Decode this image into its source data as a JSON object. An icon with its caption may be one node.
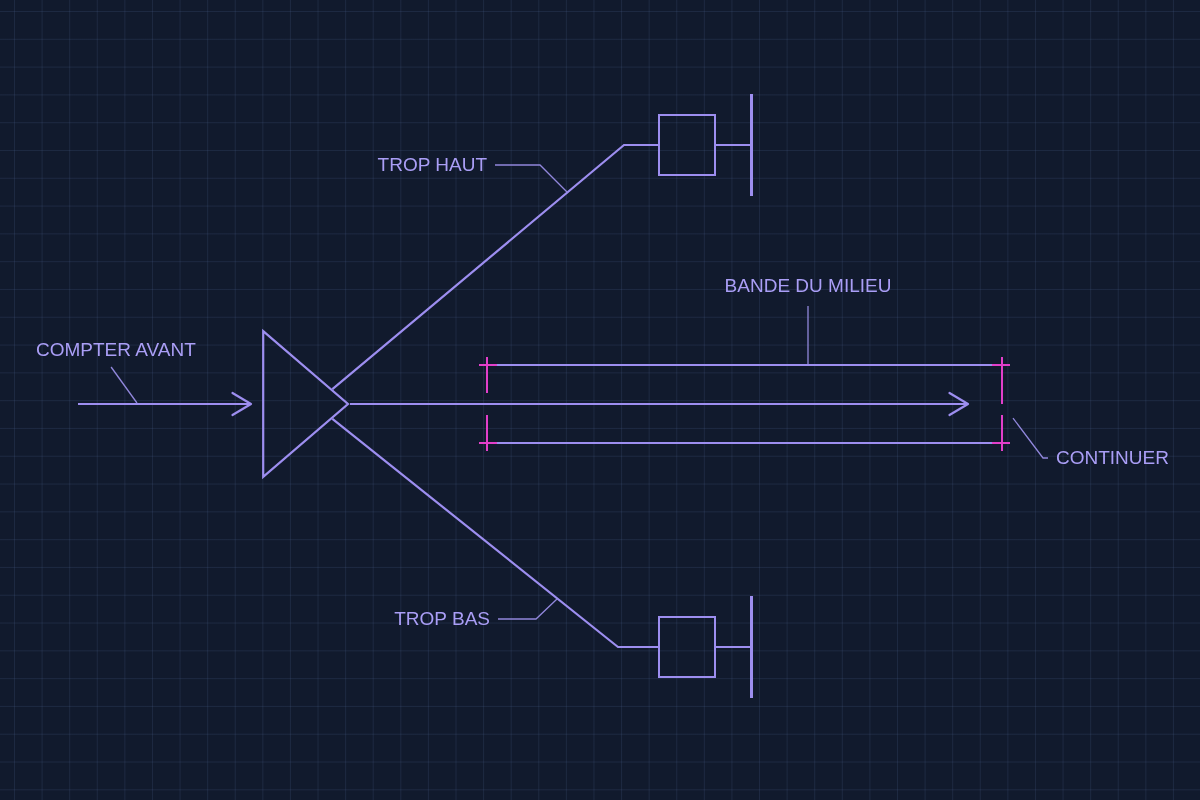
{
  "diagram": {
    "nodes": [
      {
        "text": [
          "TROP HAUT"
        ]
      },
      {
        "text": [],
        "shape": "box"
      },
      {
        "text": [],
        "shape": "bar"
      },
      {
        "text": [
          "BANDE DU MILIEU"
        ]
      },
      {
        "text": [
          "COMPTER AVANT"
        ]
      },
      {
        "text": [],
        "shape": "triangle"
      },
      {
        "text": [],
        "shape": "band"
      },
      {
        "text": [
          "CONTINUER"
        ]
      },
      {
        "text": [
          "TROP BAS"
        ]
      },
      {
        "text": [],
        "shape": "box"
      },
      {
        "text": [],
        "shape": "bar"
      }
    ],
    "edges": [
      {
        "from": null,
        "to": 5,
        "arrow": "to"
      },
      {
        "from": 5,
        "to": 1,
        "arrow": "none"
      },
      {
        "from": 1,
        "to": 2,
        "arrow": "none"
      },
      {
        "from": 5,
        "to": 6,
        "arrow": "to"
      },
      {
        "from": 5,
        "to": 9,
        "arrow": "none"
      },
      {
        "from": 9,
        "to": 10,
        "arrow": "none"
      },
      {
        "from": 4,
        "to": null,
        "arrow": "none"
      },
      {
        "from": 0,
        "to": null,
        "arrow": "none"
      },
      {
        "from": 8,
        "to": null,
        "arrow": "none"
      },
      {
        "from": 3,
        "to": 6,
        "arrow": "none"
      },
      {
        "from": 7,
        "to": 6,
        "arrow": "none"
      }
    ]
  }
}
